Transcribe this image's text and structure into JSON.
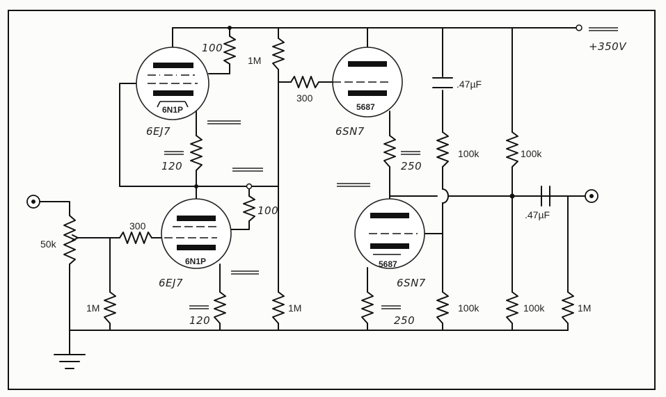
{
  "labels": {
    "r_grid_top": "100",
    "r_plate_top": "1M",
    "r_series_top": "300",
    "cap_coupling_top": ".47µF",
    "tube_u1": "6N1P",
    "tube_u1_hand": "6EJ7",
    "tube_u2": "6N1P",
    "tube_u2_hand": "6EJ7",
    "tube_u3": "5687",
    "tube_u3_hand": "6SN7",
    "tube_u4": "5687",
    "tube_u4_hand": "6SN7",
    "r_cath_u1_hand": "120",
    "r_cath_u2_hand": "120",
    "r_cath_u3_hand": "250",
    "r_cath_u4_hand": "250",
    "r_right1": "100k",
    "r_right2": "100k",
    "r_bottom1": "100k",
    "r_bottom2": "100k",
    "r_bottom3": "1M",
    "r_mid": "1M",
    "r_in": "1M",
    "pot": "50k",
    "r_series_in": "300",
    "r_grid_mid": "100",
    "cap_out": ".47µF",
    "supply": "+350V"
  }
}
